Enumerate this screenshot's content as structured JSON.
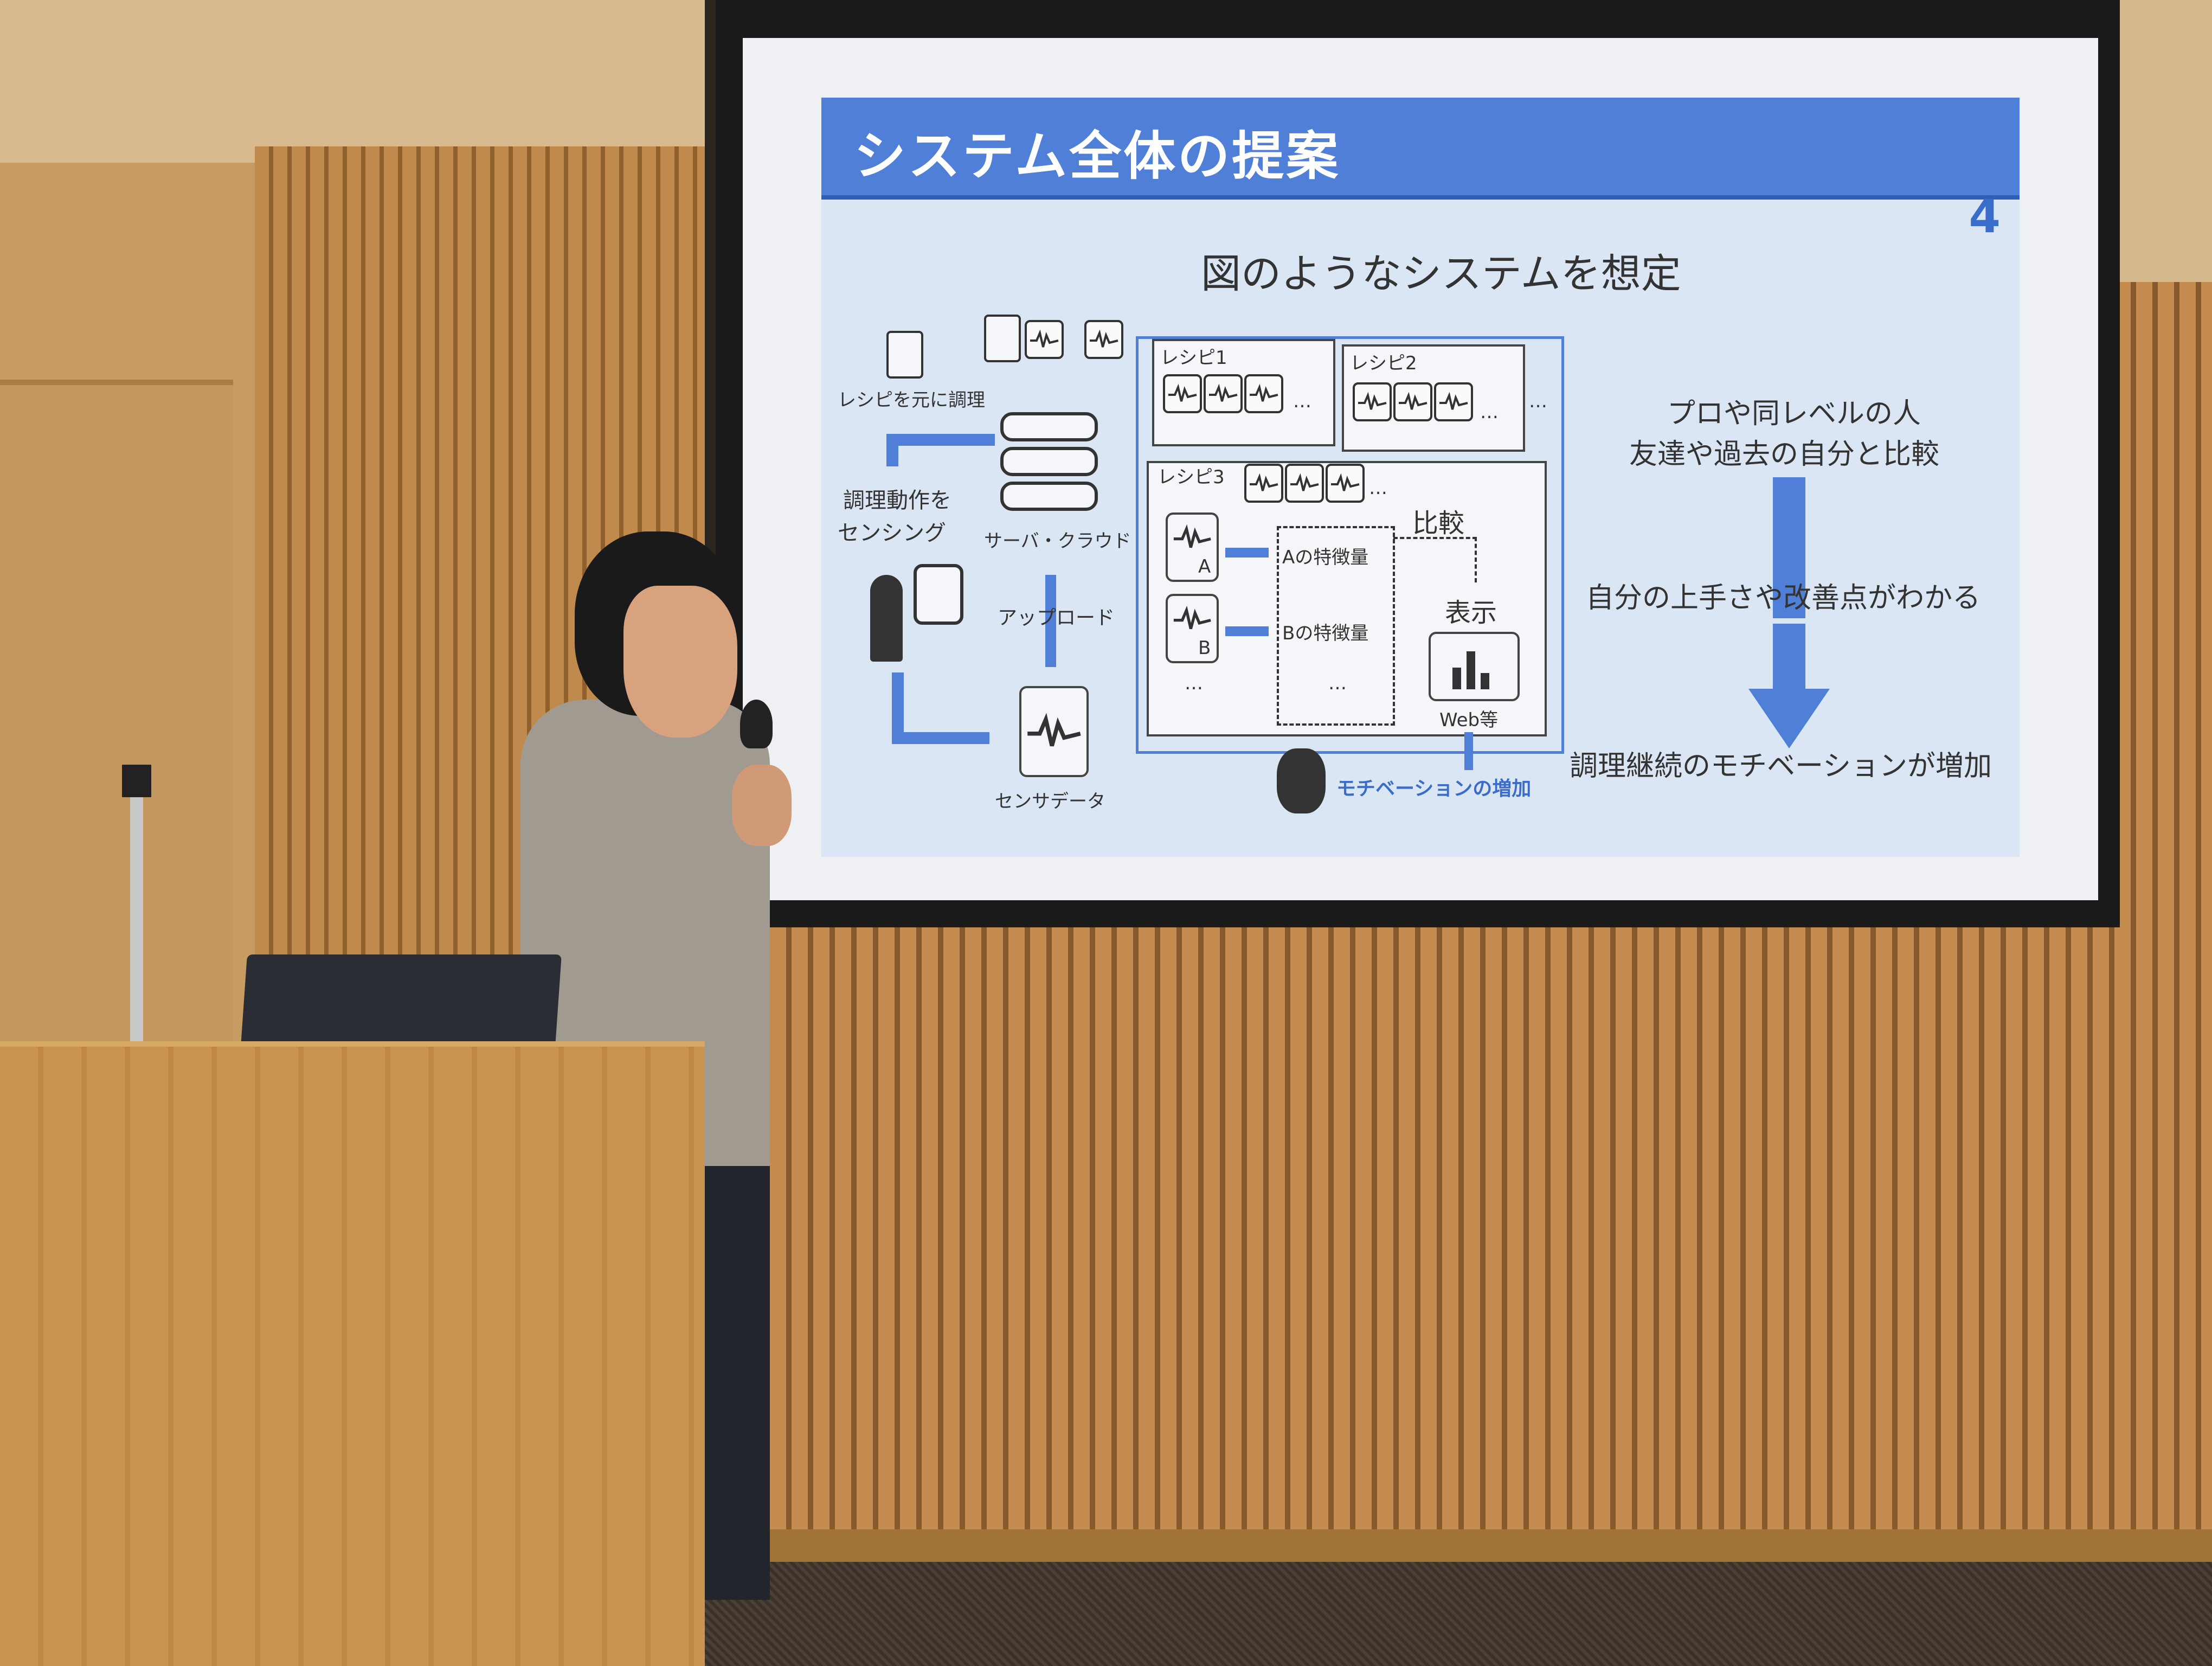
{
  "slide": {
    "title": "システム全体の提案",
    "page_number": "4",
    "subtitle": "図のようなシステムを想定",
    "left": {
      "recipe_cook": "レシピを元に調理",
      "sensing_line1": "調理動作を",
      "sensing_line2": "センシング",
      "server": "サーバ・クラウド",
      "upload": "アップロード",
      "sensor_data": "センサデータ"
    },
    "middle": {
      "recipe1": "レシピ1",
      "recipe2": "レシピ2",
      "recipe3": "レシピ3",
      "ellipsis": "…",
      "label_a": "A",
      "label_b": "B",
      "feature_a": "Aの特徴量",
      "feature_b": "Bの特徴量",
      "compare": "比較",
      "display": "表示",
      "web": "Web等",
      "motivation": "モチベーションの増加"
    },
    "right": {
      "line1": "プロや同レベルの人",
      "line2": "友達や過去の自分と比較",
      "line3": "自分の上手さや改善点がわかる",
      "line4": "調理継続のモチベーションが増加"
    }
  },
  "colors": {
    "accent": "#4f7fd6",
    "slide_bg": "#dbe6f5",
    "wood": "#c48d4f"
  }
}
